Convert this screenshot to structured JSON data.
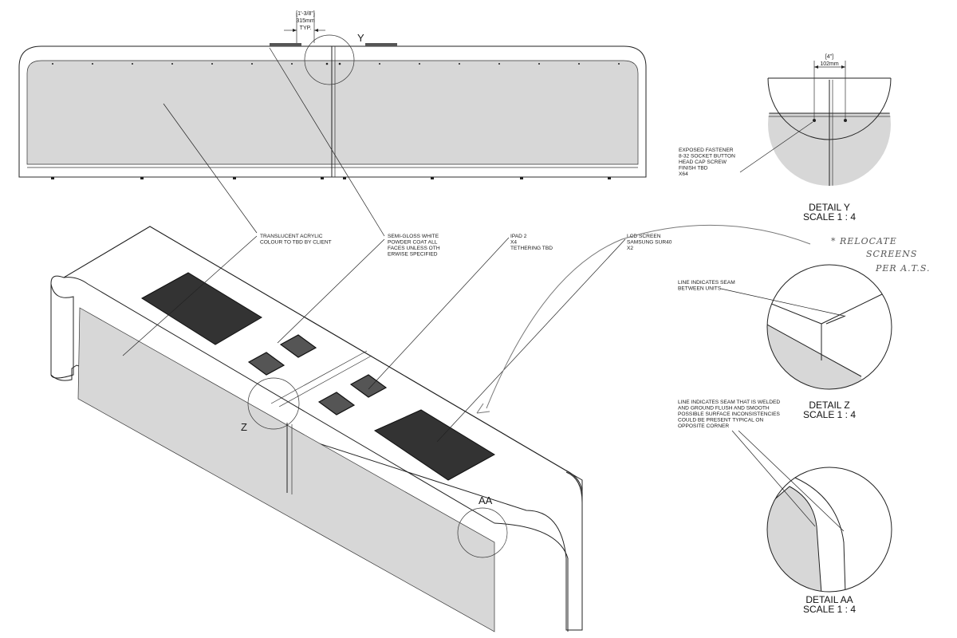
{
  "drawing": {
    "top_dimension": {
      "imperial": "[1'-3/8\"]",
      "metric": "315mm",
      "note": "TYP."
    },
    "detail_y_dimension": {
      "imperial": "[4\"]",
      "metric": "102mm"
    },
    "callout_tags": {
      "y": "Y",
      "z": "Z",
      "aa": "AA"
    },
    "notes": {
      "acrylic": [
        "TRANSLUCENT ACRYLIC",
        "COLOUR TO TBD BY CLIENT"
      ],
      "powder_coat": [
        "SEMI-GLOSS WHITE",
        "POWDER COAT ALL",
        "FACES UNLESS OTH",
        "ERWISE SPECIFIED"
      ],
      "ipad": [
        "IPAD 2",
        "X4",
        "TETHERING TBD"
      ],
      "lcd": [
        "LCD SCREEN",
        "SAMSUNG SUR40",
        "X2"
      ],
      "fastener": [
        "EXPOSED FASTENER",
        "8-32 SOCKET BUTTON",
        "HEAD CAP SCREW",
        "FINISH TBD",
        "X64"
      ],
      "seam_z": [
        "LINE INDICATES SEAM",
        "BETWEEN UNITS"
      ],
      "seam_aa": [
        "LINE INDICATES SEAM THAT IS WELDED",
        "AND GROUND FLUSH AND SMOOTH",
        "POSSIBLE SURFACE INCONSISTENCIES",
        "COULD BE PRESENT TYPICAL ON",
        "OPPOSITE CORNER"
      ]
    },
    "handwritten_note": [
      "* RELOCATE",
      "SCREENS",
      "PER A.T.S."
    ],
    "details": [
      {
        "name": "DETAIL Y",
        "scale": "SCALE 1 : 4"
      },
      {
        "name": "DETAIL Z",
        "scale": "SCALE 1 : 4"
      },
      {
        "name": "DETAIL AA",
        "scale": "SCALE 1 : 4"
      }
    ]
  }
}
